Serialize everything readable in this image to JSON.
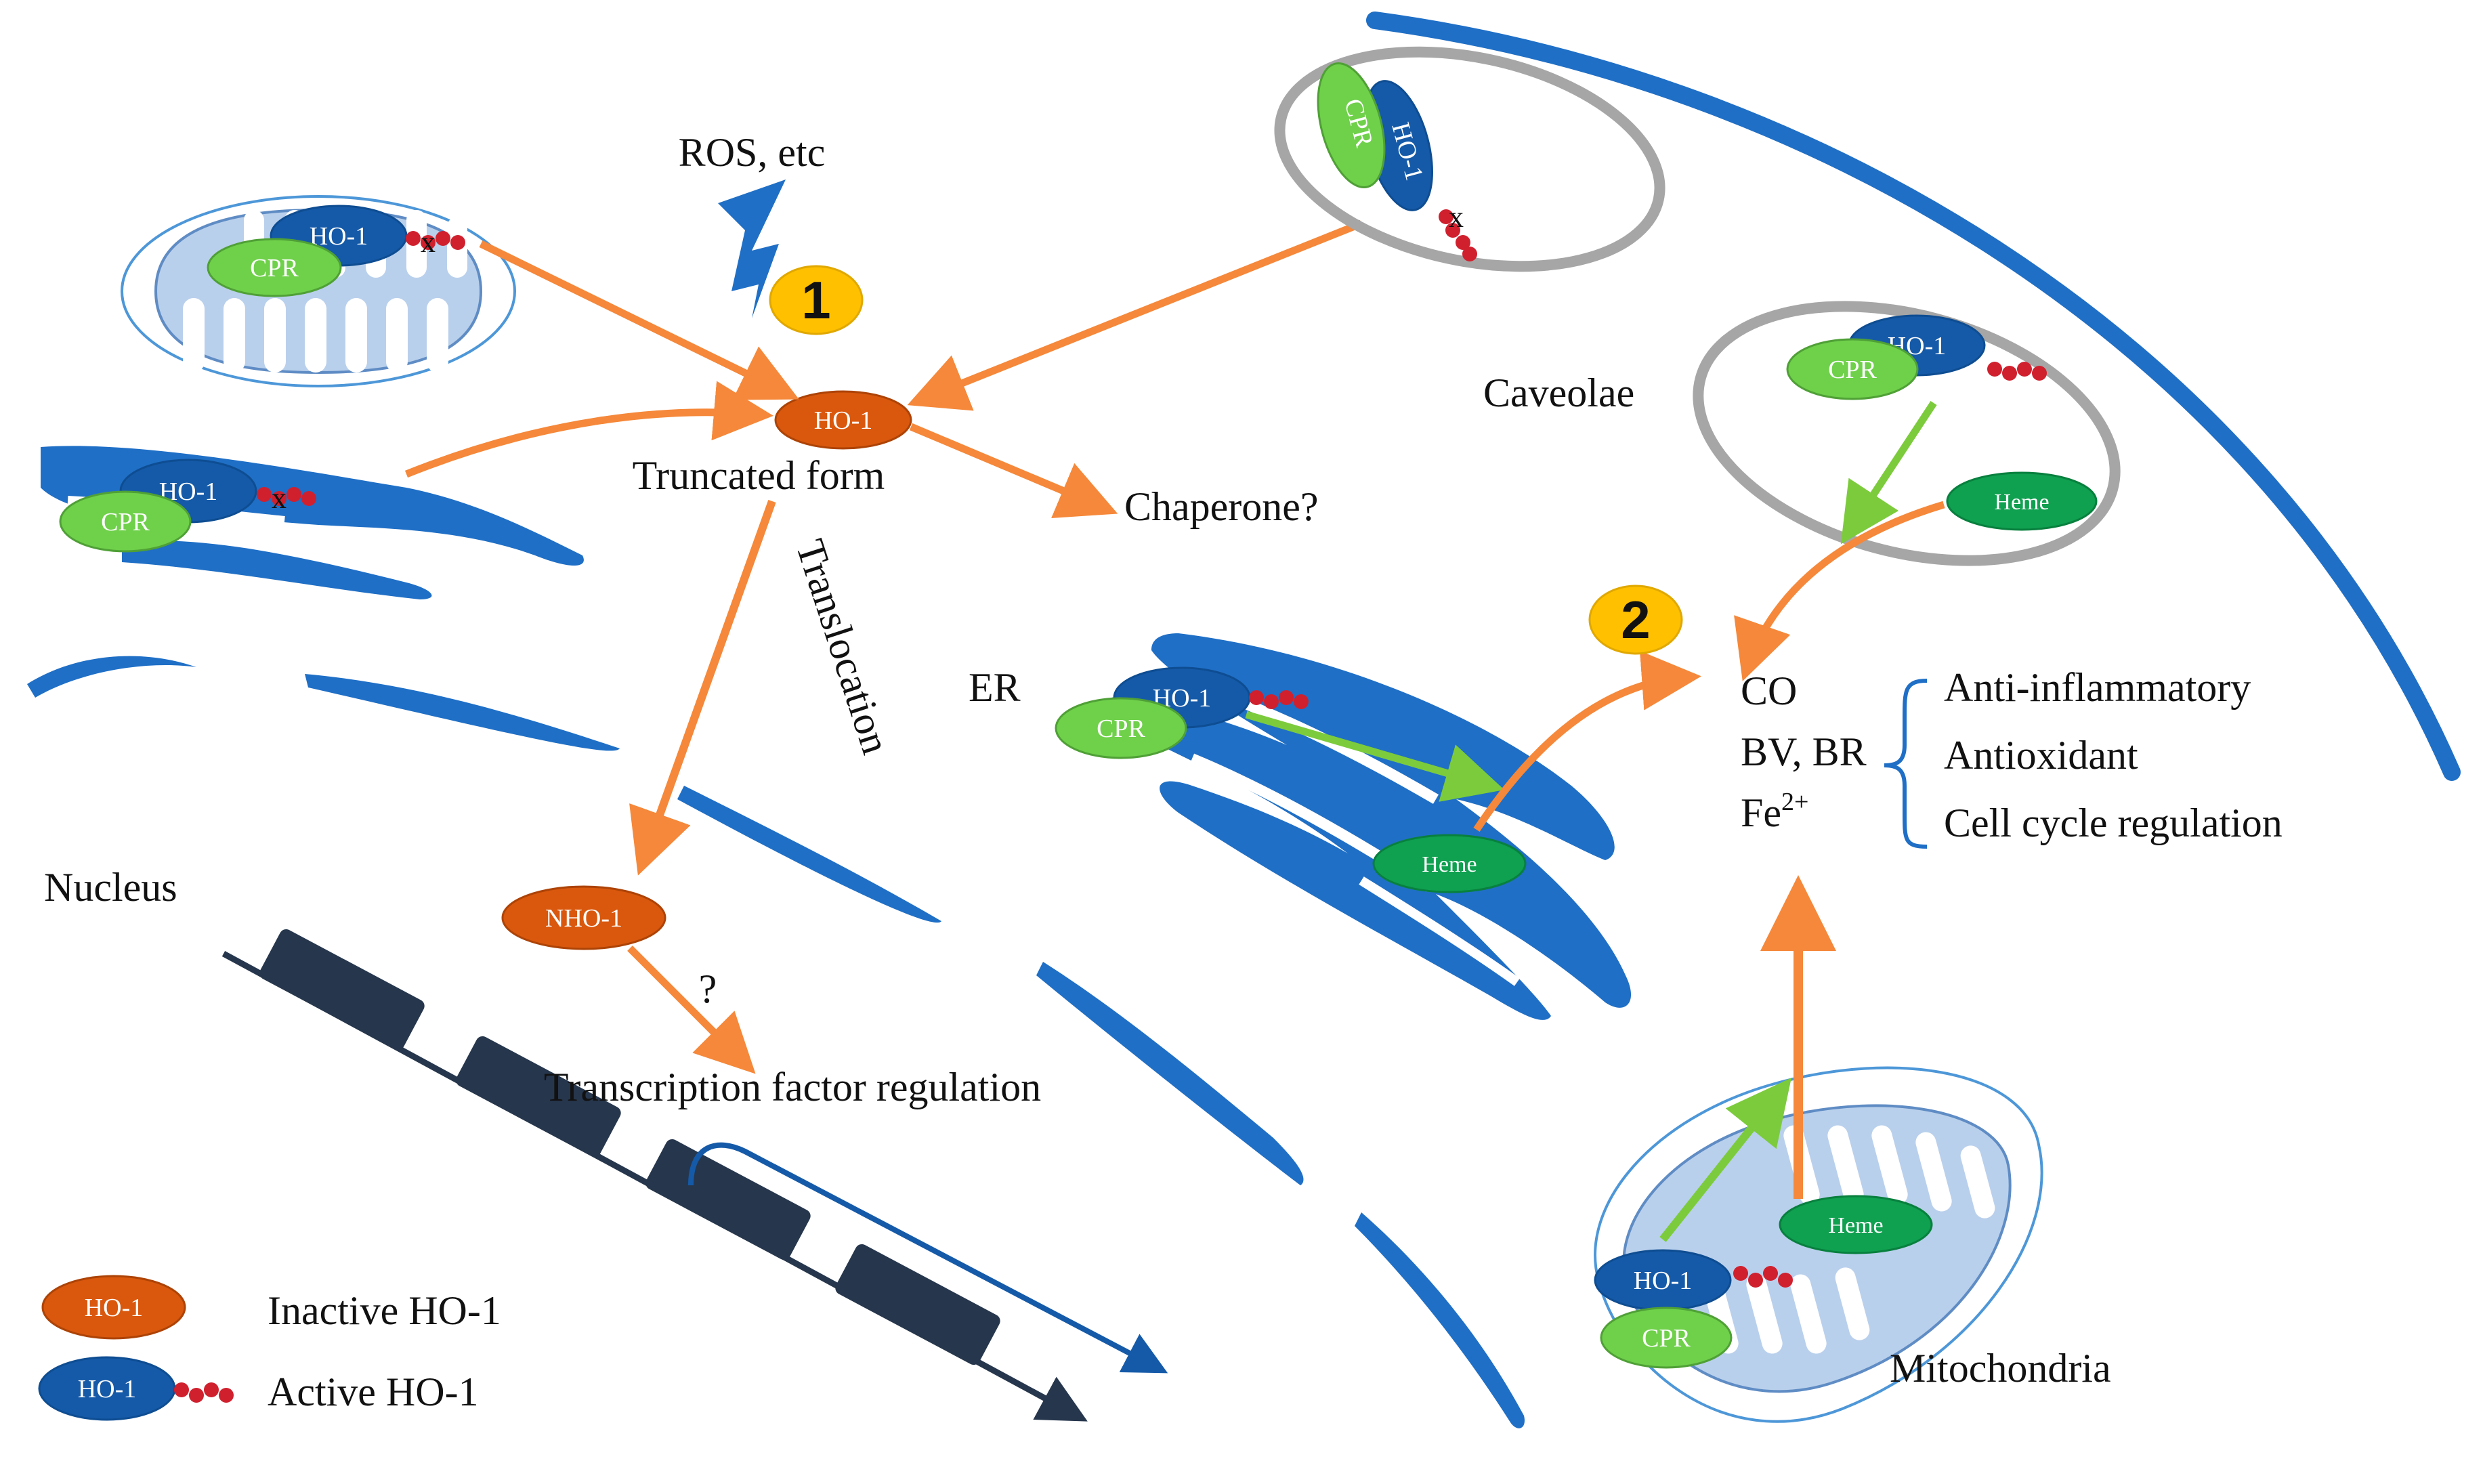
{
  "colors": {
    "blue": "#1f6fc6",
    "dark_blue": "#155aa8",
    "light_blue": "#b9d0ec",
    "orange": "#f5883a",
    "orange_pill": "#d9580d",
    "green": "#7ccb3c",
    "green_pill": "#6fd04a",
    "heme_green": "#0fa050",
    "gray_ring": "#a6a6a6",
    "badge": "#ffc000",
    "chromatin": "#26364c",
    "linker_red": "#d0202e"
  },
  "labels": {
    "ros": "ROS, etc",
    "step1": "1",
    "step2": "2",
    "truncated_form": "Truncated form",
    "chaperone": "Chaperone?",
    "caveolae": "Caveolae",
    "translocation": "Translocation",
    "er": "ER",
    "nucleus": "Nucleus",
    "question": "?",
    "tf_regulation": "Transcription factor regulation",
    "mitochondria": "Mitochondria",
    "co": "CO",
    "bv_br": "BV, BR",
    "fe": "Fe",
    "fe_sup": "2+",
    "anti_inflammatory": "Anti-inflammatory",
    "antioxidant": "Antioxidant",
    "cell_cycle": "Cell cycle regulation",
    "ho1": "HO-1",
    "nho1": "NHO-1",
    "cpr": "CPR",
    "heme": "Heme",
    "x_mark": "x"
  },
  "legend": {
    "inactive_pill": "HO-1",
    "inactive_label": "Inactive HO-1",
    "active_pill": "HO-1",
    "active_label": "Active HO-1"
  }
}
